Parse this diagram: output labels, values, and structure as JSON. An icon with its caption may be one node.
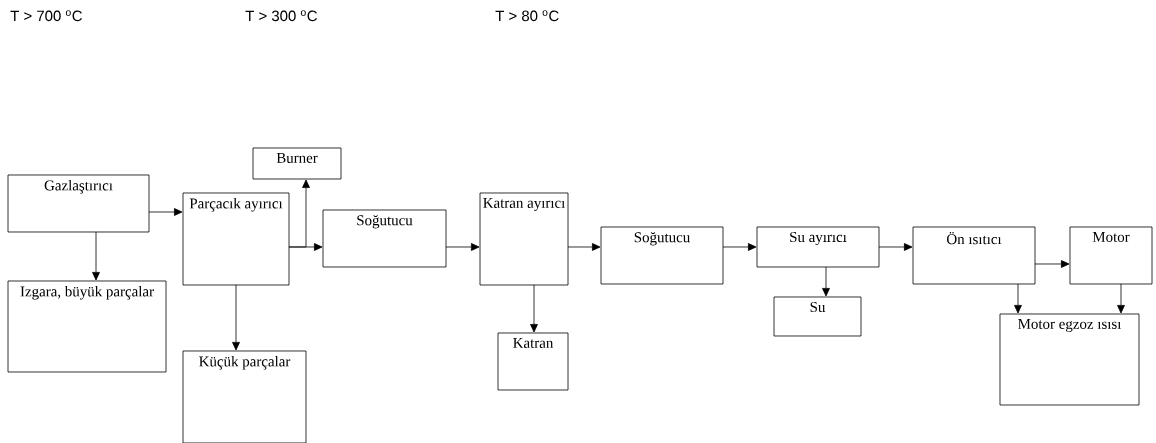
{
  "diagram": {
    "nodes": [
      {
        "text": [
          "Gazlaştırıcı"
        ]
      },
      {
        "text": [
          "Izgara, büyük parçalar"
        ]
      },
      {
        "text": [
          "Parçacık ayırıcı"
        ]
      },
      {
        "text": [
          "Küçük parçalar"
        ]
      },
      {
        "text": [
          "Burner"
        ]
      },
      {
        "text": [
          "Soğutucu"
        ]
      },
      {
        "text": [
          "Katran ayırıcı"
        ]
      },
      {
        "text": [
          "Katran"
        ]
      },
      {
        "text": [
          "Soğutucu"
        ]
      },
      {
        "text": [
          "Su ayırıcı"
        ]
      },
      {
        "text": [
          "Su"
        ]
      },
      {
        "text": [
          "Ön ısıtıcı"
        ]
      },
      {
        "text": [
          "Motor"
        ]
      },
      {
        "text": [
          "Motor egzoz ısısı"
        ]
      }
    ],
    "edges": [
      {
        "from": 0,
        "to": 1,
        "arrow": "to"
      },
      {
        "from": 0,
        "to": 2,
        "arrow": "to"
      },
      {
        "from": 2,
        "to": 3,
        "arrow": "to"
      },
      {
        "from": 2,
        "to": 4,
        "arrow": "to"
      },
      {
        "from": 2,
        "to": 5,
        "arrow": "to"
      },
      {
        "from": 5,
        "to": 6,
        "arrow": "to"
      },
      {
        "from": 6,
        "to": 7,
        "arrow": "to"
      },
      {
        "from": 6,
        "to": 8,
        "arrow": "to"
      },
      {
        "from": 8,
        "to": 9,
        "arrow": "to"
      },
      {
        "from": 9,
        "to": 10,
        "arrow": "to"
      },
      {
        "from": 9,
        "to": 11,
        "arrow": "to"
      },
      {
        "from": 11,
        "to": 12,
        "arrow": "to"
      },
      {
        "from": 11,
        "to": 13,
        "arrow": "to"
      },
      {
        "from": 12,
        "to": 13,
        "arrow": "to"
      }
    ],
    "labels": [
      "T > 700 $^{o}$C",
      "T > 300 $^{o}$C",
      "T > 80 $^{o}$C"
    ]
  }
}
